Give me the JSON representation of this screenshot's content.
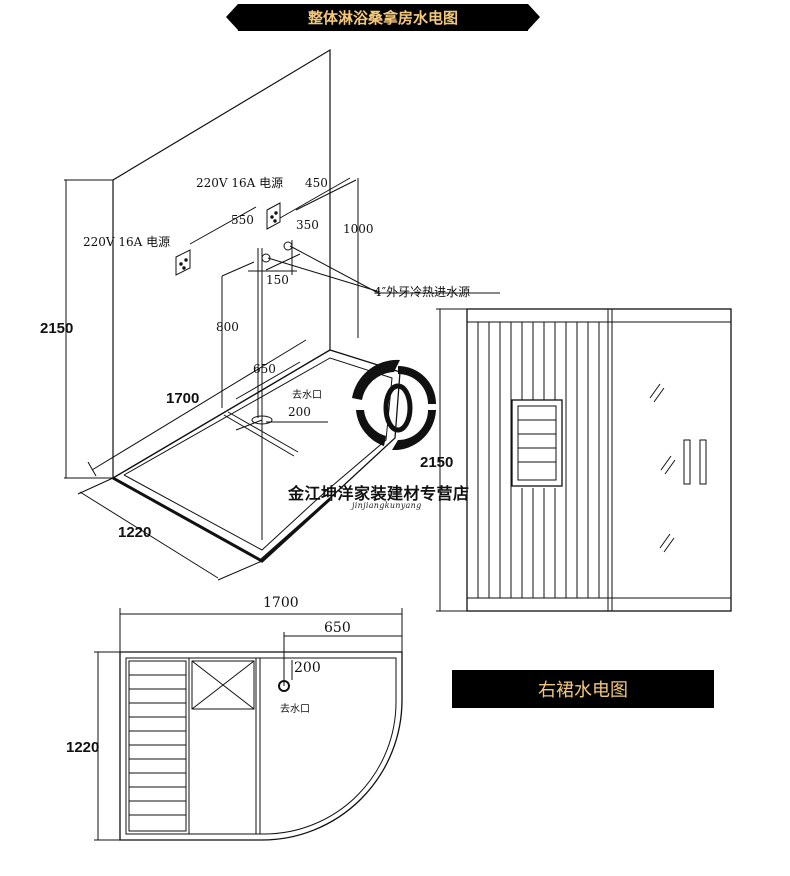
{
  "banners": {
    "top_title": "整体淋浴桑拿房水电图",
    "side_title": "右裙水电图"
  },
  "brand": {
    "name": "金江坤洋家装建材专营店",
    "subtitle": "jinjiangkunyang"
  },
  "isometric": {
    "height_total": "2150",
    "width": "1700",
    "depth": "1220",
    "power_left": "220V 16A 电源",
    "power_right": "220V 16A 电源",
    "dim_450": "450",
    "dim_550": "550",
    "dim_350": "350",
    "dim_1000": "1000",
    "dim_150": "150",
    "dim_800": "800",
    "dim_650": "650",
    "dim_200": "200",
    "drain_label": "去水口",
    "water_inlet_label": "4″外牙冷热进水源"
  },
  "front_view": {
    "height": "2150"
  },
  "plan_view": {
    "width": "1700",
    "depth": "1220",
    "dim_650": "650",
    "dim_200": "200",
    "drain_label": "去水口"
  }
}
